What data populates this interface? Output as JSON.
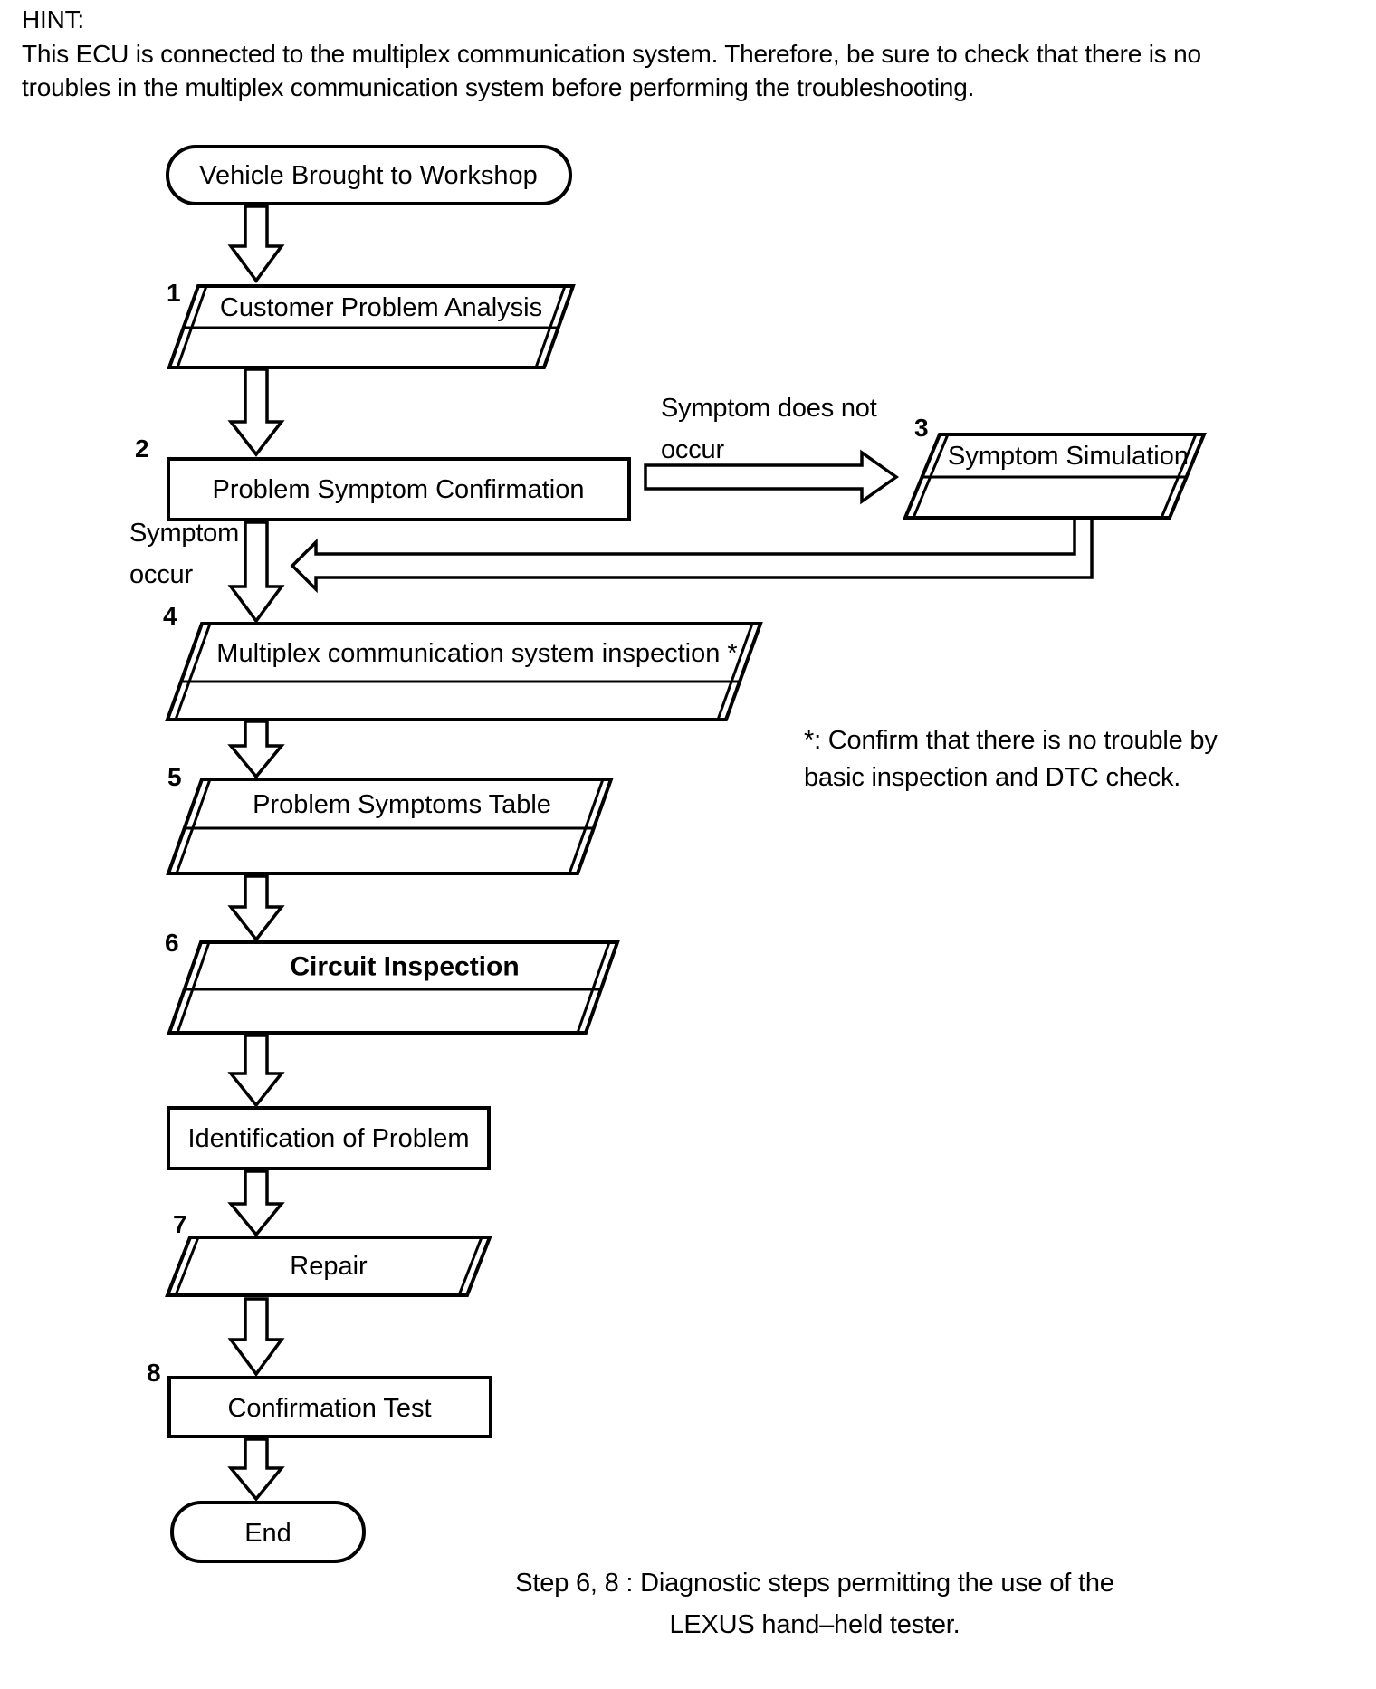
{
  "hint": {
    "label": "HINT:",
    "line1": "This ECU is connected to the multiplex communication system. Therefore, be sure to check that there is no",
    "line2": "troubles in the multiplex communication system before performing the troubleshooting."
  },
  "flow": {
    "start_label": "Vehicle Brought to Workshop",
    "steps": [
      {
        "number": "1",
        "label": "Customer Problem Analysis"
      },
      {
        "number": "2",
        "label": "Problem Symptom Confirmation"
      },
      {
        "number": "3",
        "label": "Symptom Simulation"
      },
      {
        "number": "4",
        "label": "Multiplex communication system inspection *"
      },
      {
        "number": "5",
        "label": "Problem Symptoms Table"
      },
      {
        "number": "6",
        "label": "Circuit Inspection"
      },
      {
        "number": "7",
        "label": "Repair"
      },
      {
        "number": "8",
        "label": "Confirmation Test"
      }
    ],
    "identification_label": "Identification of Problem",
    "end_label": "End"
  },
  "edge_labels": {
    "symptom_does_not_occur_line1": "Symptom does not",
    "symptom_does_not_occur_line2": "occur",
    "symptom_occur_line1": "Symptom",
    "symptom_occur_line2": "occur"
  },
  "note": {
    "line1": "*: Confirm that there is no trouble by",
    "line2": "basic inspection and DTC check."
  },
  "caption": {
    "line1": "Step 6, 8 : Diagnostic steps permitting the use of the",
    "line2": "LEXUS hand–held tester."
  },
  "colors": {
    "ink": "#000000",
    "paper": "#ffffff"
  }
}
